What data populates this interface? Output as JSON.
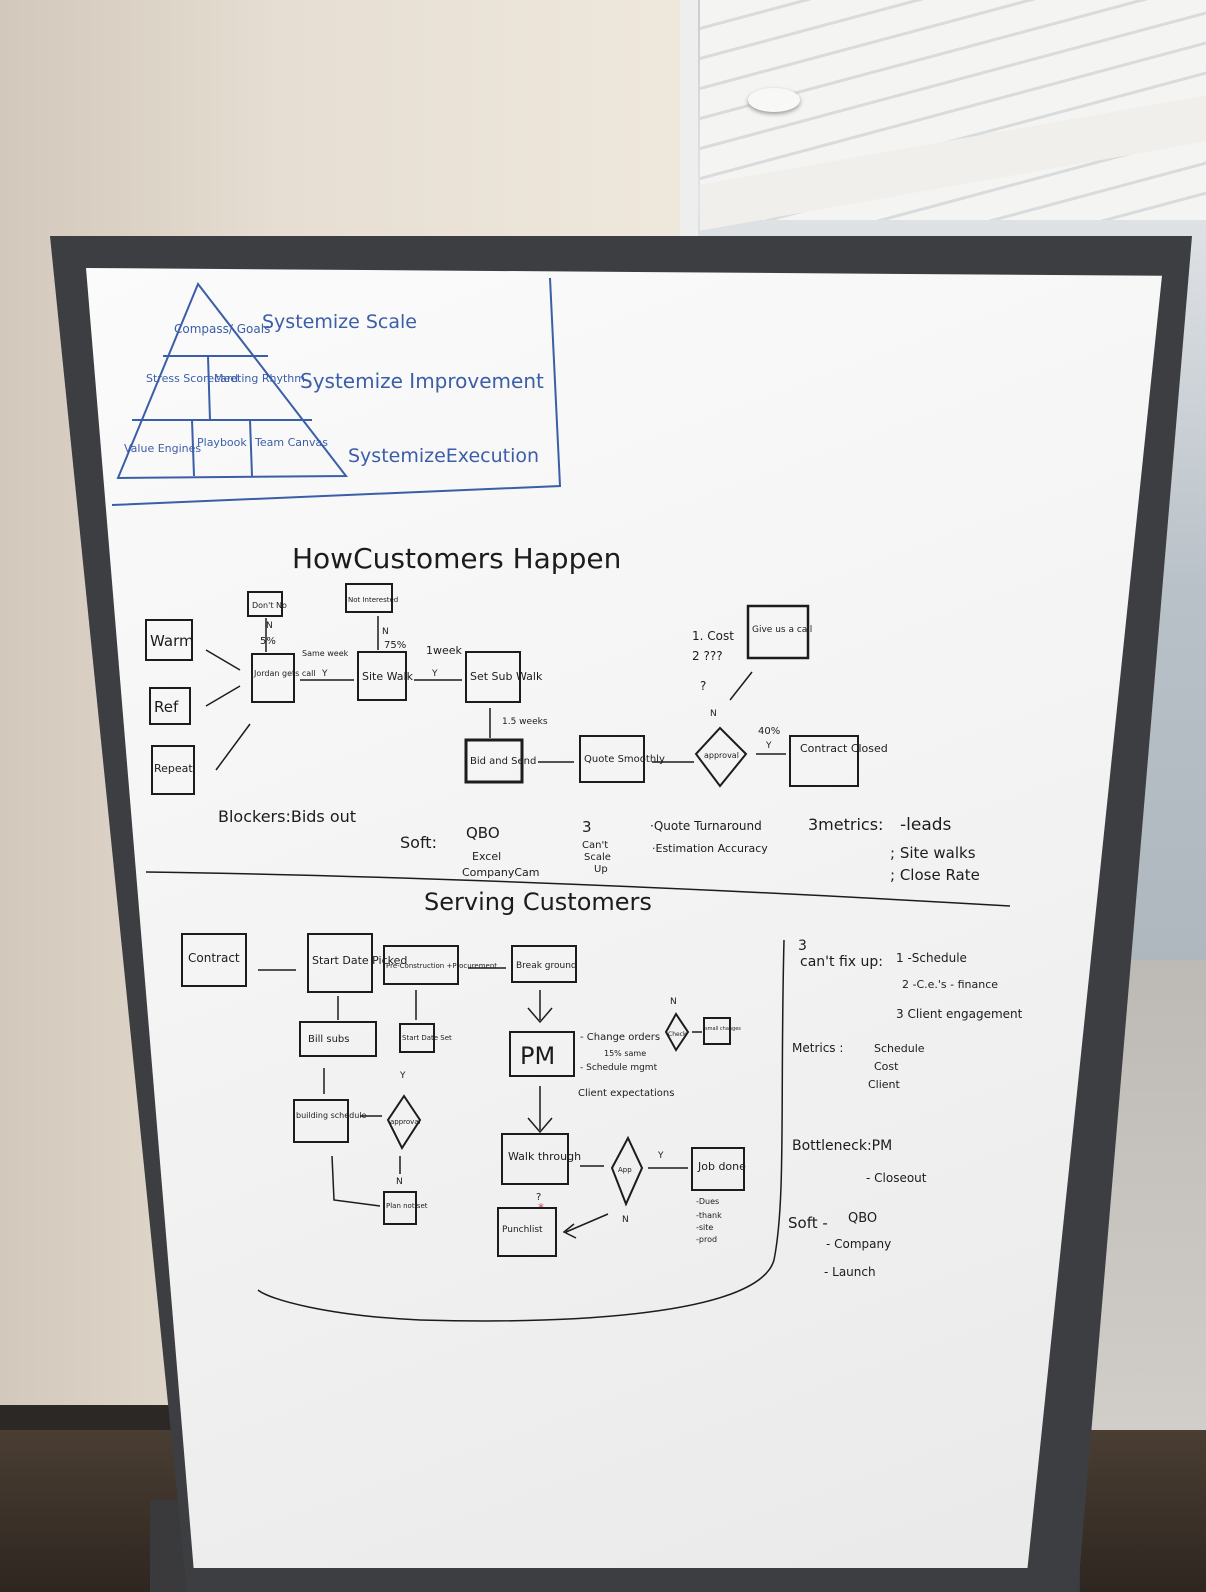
{
  "pyramid": {
    "top_cell": "Compass/ Goals",
    "mid_cells": [
      "Stress Scorecard",
      "Meeting Rhythm"
    ],
    "bottom_cells": [
      "Value Engines",
      "Playbook",
      "Team Canvas"
    ],
    "labels": [
      "Systemize Scale",
      "Systemize Improvement",
      "SystemizeExecution"
    ]
  },
  "how_customers": {
    "title": "HowCustomers Happen",
    "sources": [
      "Warm",
      "Ref",
      "Repeat"
    ],
    "boxes": {
      "dont_no": "Don't No",
      "jordan": "Jordan gets call",
      "not_interested": "Not Interested",
      "site_walk": "Site Walk",
      "set_sub_walk": "Set Sub Walk",
      "bid_send": "Bid and Send",
      "quote_smoothly": "Quote Smoothly",
      "approval": "approval",
      "contract_closed": "Contract Closed",
      "give_call": "Give us a call"
    },
    "edge_labels": {
      "n1": "N",
      "s_note": "5%",
      "same_week": "Same week",
      "y1": "Y",
      "n2": "N",
      "pct75": "75%",
      "one_week": "1week",
      "y2": "Y",
      "weeks": "1.5 weeks",
      "n3": "N",
      "pct40": "40%",
      "y3": "Y"
    },
    "reasons": [
      "1. Cost",
      "2 ???",
      "?"
    ],
    "blockers": "Blockers:Bids out",
    "soft_label": "Soft:",
    "soft_items": [
      "QBO",
      "Excel",
      "CompanyCam"
    ],
    "cant_scale_up": [
      "3",
      "Can't",
      "Scale",
      "Up"
    ],
    "quote_items": [
      "·Quote Turnaround",
      "·Estimation Accuracy"
    ],
    "metrics_label": "3metrics:",
    "metrics": [
      "-leads",
      "; Site walks",
      "; Close Rate"
    ]
  },
  "serving_customers": {
    "title": "Serving Customers",
    "boxes": {
      "contract": "Contract",
      "start_date": "Start Date Picked",
      "precon": "Pre-Construction +Procurement",
      "break_ground": "Break ground",
      "pm": "PM",
      "bill_subs": "Bill subs",
      "start_date_2": "Start Date Set",
      "building_schedule": "building schedule",
      "approval": "approval",
      "plan_not": "Plan not set",
      "walk_through": "Walk through",
      "approval_2": "App",
      "job_done": "Job done",
      "punch_list": "Punchlist",
      "check": "Check",
      "small_changes": "small changes"
    },
    "pm_notes": [
      "- Change orders",
      "15% same",
      "- Schedule mgmt",
      "Client expectations"
    ],
    "job_done_notes": [
      "-Dues",
      "-thank",
      "-site",
      "-prod"
    ],
    "edge_labels": {
      "n_top": "N",
      "y_a": "Y",
      "n_a": "N",
      "y_b": "Y",
      "n_b": "N",
      "q_mark": "?"
    },
    "cant_fix": {
      "label": "3\ncan't fix up:",
      "items": [
        "1 -Schedule",
        "2 -C.e.'s - finance",
        "3 Client engagement"
      ]
    },
    "metrics": {
      "label": "Metrics :",
      "items": [
        "Schedule",
        "Cost",
        "Client"
      ]
    },
    "bottleneck": {
      "label": "Bottleneck:PM",
      "items": [
        "- Closeout"
      ]
    },
    "soft": {
      "label": "Soft -",
      "items": [
        "QBO",
        "- Company",
        "- Launch"
      ]
    }
  }
}
